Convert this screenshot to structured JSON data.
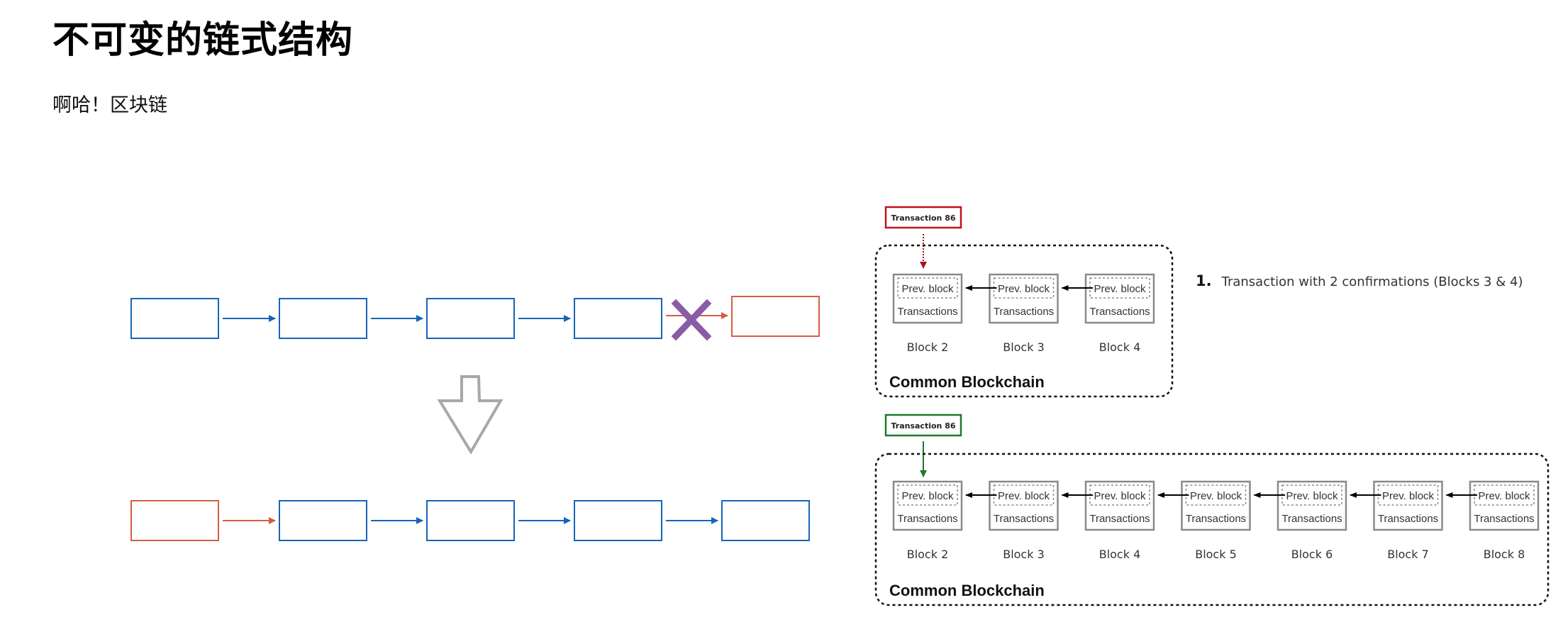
{
  "page": {
    "title": "不可变的链式结构",
    "subtitle": "啊哈！区块链"
  },
  "colors": {
    "chain_blue": "#1565b8",
    "tampered_red": "#d65c45",
    "cross_purple": "#8a5ba6",
    "arrow_gray": "#a8a8a8",
    "tx_red": "#c0141b",
    "tx_green": "#1b7a2a",
    "block_gray": "#8a8a8a"
  },
  "left_diagram": {
    "top_row": {
      "blocks": [
        "valid",
        "valid",
        "valid",
        "valid",
        "rejected"
      ],
      "link_to_rejected": "blocked",
      "cross_icon": "x-mark"
    },
    "transition_icon": "down-arrow",
    "bottom_row": {
      "blocks": [
        "tampered",
        "valid",
        "valid",
        "valid",
        "valid"
      ]
    }
  },
  "right_diagram": {
    "block_inner": {
      "prev": "Prev. block",
      "tx": "Transactions"
    },
    "top": {
      "transaction_label": "Transaction 86",
      "transaction_state": "pending",
      "chain_label": "Common Blockchain",
      "blocks": [
        "Block 2",
        "Block 3",
        "Block 4"
      ]
    },
    "bottom": {
      "transaction_label": "Transaction 86",
      "transaction_state": "confirmed",
      "chain_label": "Common Blockchain",
      "blocks": [
        "Block 2",
        "Block 3",
        "Block 4",
        "Block 5",
        "Block 6",
        "Block 7",
        "Block 8"
      ]
    },
    "note": {
      "number": "1.",
      "text": "Transaction with 2 confirmations (Blocks 3 & 4)"
    }
  }
}
